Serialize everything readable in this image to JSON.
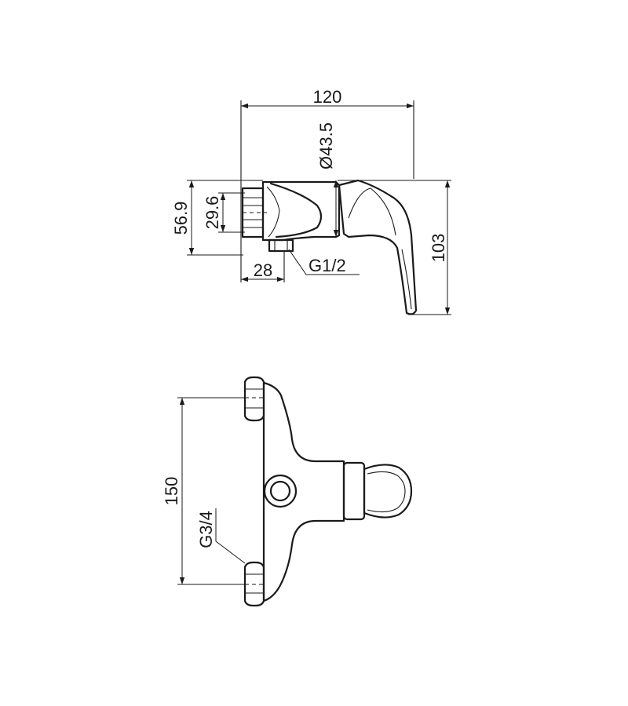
{
  "dimensions": {
    "width_total": "120",
    "diameter": "Ø43.5",
    "height_outer": "56.9",
    "height_inner": "29.6",
    "offset": "28",
    "thread_outlet": "G1/2",
    "height_total": "103",
    "span": "150",
    "thread_inlet": "G3/4"
  }
}
